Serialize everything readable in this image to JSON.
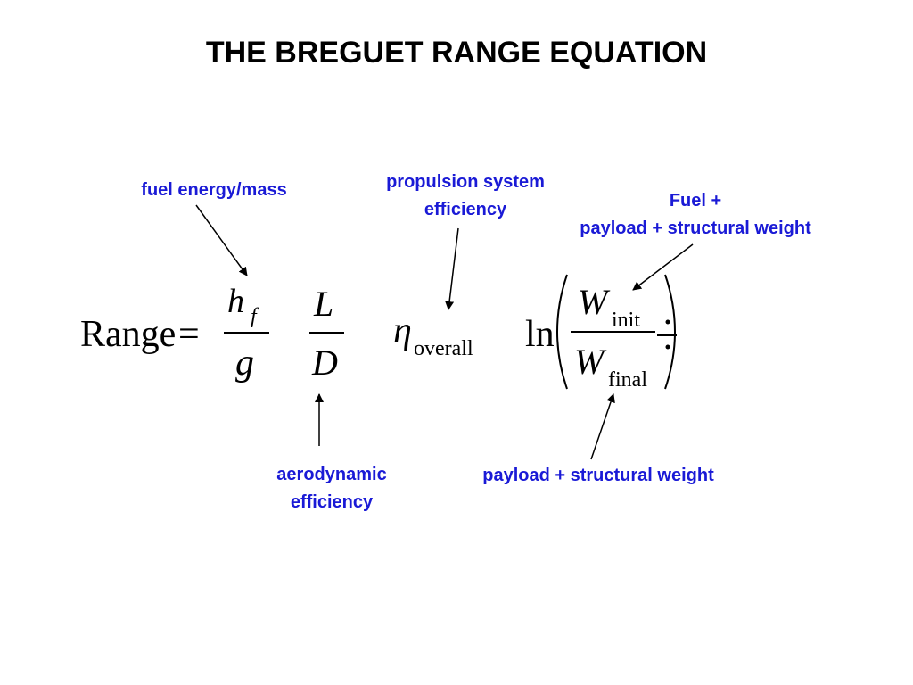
{
  "title": "THE BREGUET RANGE EQUATION",
  "equation": {
    "lhs": "Range",
    "equals": "=",
    "hf_num": "h",
    "hf_sub": "f",
    "g_den": "g",
    "L_num": "L",
    "D_den": "D",
    "eta": "η",
    "eta_sub": "overall",
    "ln": "ln",
    "W_num": "W",
    "W_num_sub": "init",
    "W_den": "W",
    "W_den_sub": "final"
  },
  "annotations": {
    "fuel_energy": "fuel energy/mass",
    "propulsion_line1": "propulsion system",
    "propulsion_line2": "efficiency",
    "fuel_plus_line1": "Fuel +",
    "fuel_plus_line2": "payload + structural weight",
    "aero_line1": "aerodynamic",
    "aero_line2": "efficiency",
    "payload_structural": "payload + structural weight"
  },
  "colors": {
    "annotation": "#1a1ad6",
    "text": "#000000",
    "background": "#ffffff"
  }
}
